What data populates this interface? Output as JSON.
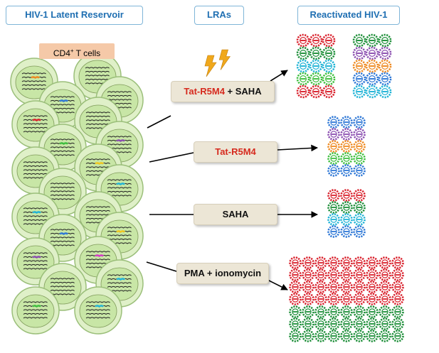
{
  "headers": {
    "reservoir": "HIV-1 Latent Reservoir",
    "lras": "LRAs",
    "reactivated": "Reactivated HIV-1"
  },
  "cells_label": {
    "prefix": "CD4",
    "sup": "+",
    "suffix": " T cells"
  },
  "treatments": [
    {
      "part1": "Tat-R5M4",
      "part2": " + SAHA"
    },
    {
      "part1": "Tat-R5M4",
      "part2": ""
    },
    {
      "part1": "",
      "part2": "SAHA"
    },
    {
      "part1": "",
      "part2": "PMA + ionomycin"
    }
  ],
  "colors": {
    "header_text": "#1f6fb2",
    "header_border": "#7fb5d8",
    "cells_label_bg": "#f5c9a8",
    "lra_box_bg": "#ece6d6",
    "tat_text": "#d62a1e",
    "lightning": "#f0a81c",
    "cell_fill": "#dff0c8",
    "nucleus_fill": "#c8e6a6",
    "virion_red": "#d9232e",
    "virion_green": "#1f8f3a",
    "virion_purple": "#8b4fb0",
    "virion_blue": "#2f78d6",
    "virion_orange": "#ee8a22",
    "virion_cyan": "#22b4d6",
    "virion_lime": "#3fbf3f"
  },
  "icons": {
    "lightning": "lightning-bolt-icon",
    "virion": "hiv-virion-icon",
    "cell": "cd4-t-cell-icon"
  }
}
